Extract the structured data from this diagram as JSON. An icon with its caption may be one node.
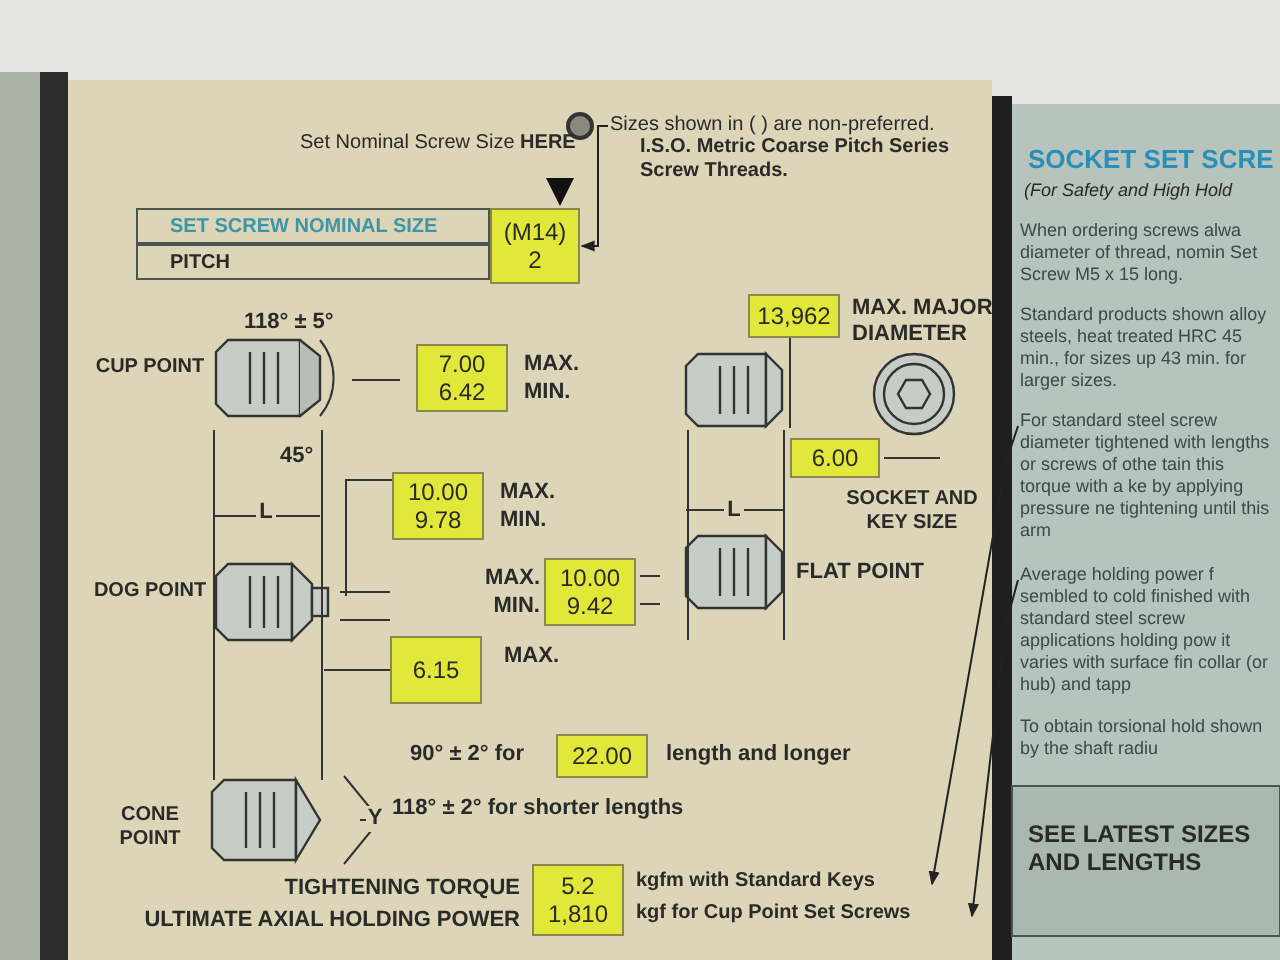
{
  "diagram": {
    "nodes": [
      {
        "text": [
          "Set Nominal Screw Size **HERE**"
        ]
      },
      {
        "text": [
          "SET SCREW NOMINAL SIZE"
        ]
      },
      {
        "text": [
          "PITCH"
        ]
      },
      {
        "text": [
          "(M14)",
          "2"
        ]
      },
      {
        "text": [
          "Sizes shown in ( ) are non-preferred."
        ]
      },
      {
        "text": [
          "7.00",
          "6.42"
        ],
        "beside": [
          "MAX.",
          "MIN."
        ]
      },
      {
        "text": [
          "10.00",
          "9.78"
        ],
        "beside": [
          "MAX.",
          "MIN."
        ]
      },
      {
        "text": [
          "10.00",
          "9.42"
        ],
        "beside": [
          "MAX.",
          "MIN."
        ]
      },
      {
        "text": [
          "6.15"
        ],
        "beside": [
          "MAX."
        ]
      },
      {
        "text": [
          "22.00"
        ],
        "beside": [
          "length and longer"
        ]
      },
      {
        "text": [
          "5.2",
          "1,810"
        ],
        "beside": [
          "TIGHTENING TORQUE",
          "ULTIMATE AXIAL HOLDING POWER"
        ]
      },
      {
        "text": [
          "13,962"
        ],
        "beside": [
          "MAX. MAJOR DIAMETER"
        ]
      },
      {
        "text": [
          "6.00"
        ]
      },
      {
        "text": [
          "kgfm with Standard Keys"
        ]
      },
      {
        "text": [
          "kgf for Cup Point Set Screws"
        ]
      },
      {
        "text": [
          "For standard steel screw diameter tightened with lengths or screws of othe tain this torque with a ke by applying pressure ne tightening until this arm"
        ]
      },
      {
        "text": [
          "Average holding power f sembled to cold finished with standard steel screw applications holding pow it varies with surface fin collar (or hub) and tapp"
        ]
      }
    ],
    "edges": [
      {
        "from": 0,
        "to": 3,
        "arrow": "to"
      },
      {
        "from": 4,
        "to": 3,
        "arrow": "to"
      },
      {
        "from": 15,
        "to": 13,
        "arrow": "to"
      },
      {
        "from": 16,
        "to": 14,
        "arrow": "to"
      }
    ],
    "labels": [
      "I.S.O. Metric Coarse Pitch Series Screw Threads.",
      "118° ± 5°",
      "CUP POINT",
      "45°",
      "L",
      "DOG POINT",
      "L",
      "FLAT POINT",
      "SOCKET AND KEY SIZE",
      "90° ± 2° for",
      "Y",
      "118° ± 2° for shorter lengths",
      "CONE POINT",
      "SOCKET SET SCRE",
      "(For Safety and High Hold",
      "When ordering screws alwa diameter of thread, nomin Set Screw M5 x 15 long.",
      "Standard products shown alloy steels, heat treated HRC 45 min., for sizes up 43 min. for larger sizes.",
      "To obtain torsional hold shown by the shaft radiu",
      "SEE LATEST SIZES AND LENGTHS"
    ]
  }
}
